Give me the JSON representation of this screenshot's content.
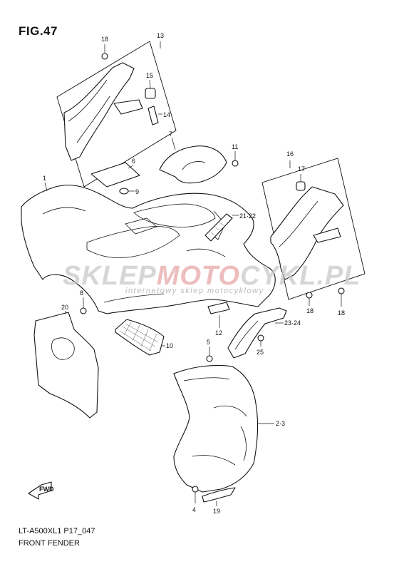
{
  "figure": {
    "title": "FIG.47"
  },
  "footer": {
    "model_code": "LT-A500XL1 P17_047",
    "part_group": "FRONT FENDER"
  },
  "watermark": {
    "brand_left": "SKLEP",
    "brand_mid": "MOTO",
    "brand_right": "CYKL.PL",
    "tagline": "internetowy sklep motocyklowy"
  },
  "callouts": {
    "c1": "1",
    "c2_3": "2·3",
    "c4": "4",
    "c5": "5",
    "c6": "6",
    "c7": "7",
    "c8": "8",
    "c9": "9",
    "c10": "10",
    "c11": "11",
    "c12": "12",
    "c13": "13",
    "c14": "14",
    "c15": "15",
    "c16": "16",
    "c17": "17",
    "c18a": "18",
    "c18b": "18",
    "c18c": "18",
    "c19": "19",
    "c20": "20",
    "c21_22": "21·22",
    "c23_24": "23·24",
    "c25": "25"
  },
  "icons": {
    "direction_arrow": "FWD"
  }
}
